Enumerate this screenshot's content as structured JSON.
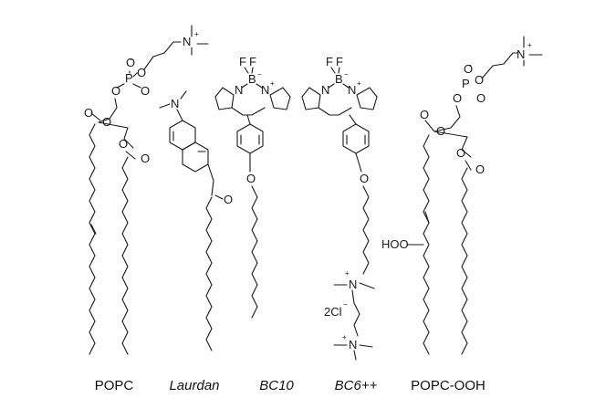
{
  "captions": {
    "popc": "POPC",
    "laurdan": "Laurdan",
    "bc10": "BC10",
    "bc6": "BC6++",
    "popc_ooh": "POPC-OOH"
  },
  "atoms": {
    "o": "O",
    "p": "P",
    "n": "N",
    "b": "B",
    "f": "F",
    "hoo": "HOO",
    "cl": "2Cl",
    "plus": "+",
    "minus": "−"
  }
}
